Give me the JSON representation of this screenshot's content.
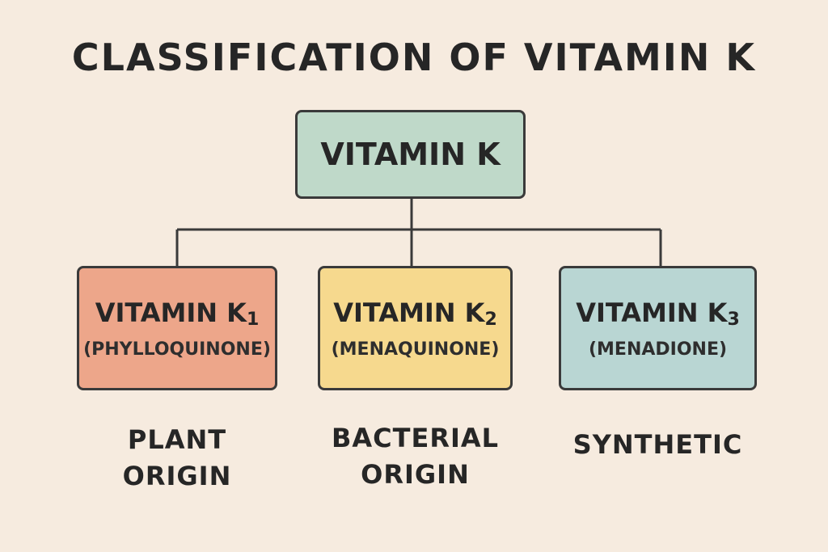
{
  "title": "CLASSIFICATION OF VITAMIN K",
  "root": {
    "label": "VITAMIN K",
    "color": "#bfd9c9"
  },
  "children": [
    {
      "name": "VITAMIN K",
      "subscript": "1",
      "chemical": "(PHYLLOQUINONE)",
      "origin_lines": [
        "PLANT",
        "ORIGIN"
      ],
      "color": "#eda68a"
    },
    {
      "name": "VITAMIN K",
      "subscript": "2",
      "chemical": "(MENAQUINONE)",
      "origin_lines": [
        "BACTERIAL",
        "ORIGIN"
      ],
      "color": "#f6d98e"
    },
    {
      "name": "VITAMIN K",
      "subscript": "3",
      "chemical": "(MENADIONE)",
      "origin_lines": [
        "SYNTHETIC"
      ],
      "color": "#b9d6d3"
    }
  ],
  "colors": {
    "background": "#f6ebdf",
    "border": "#3a3a3a",
    "text": "#262626"
  }
}
